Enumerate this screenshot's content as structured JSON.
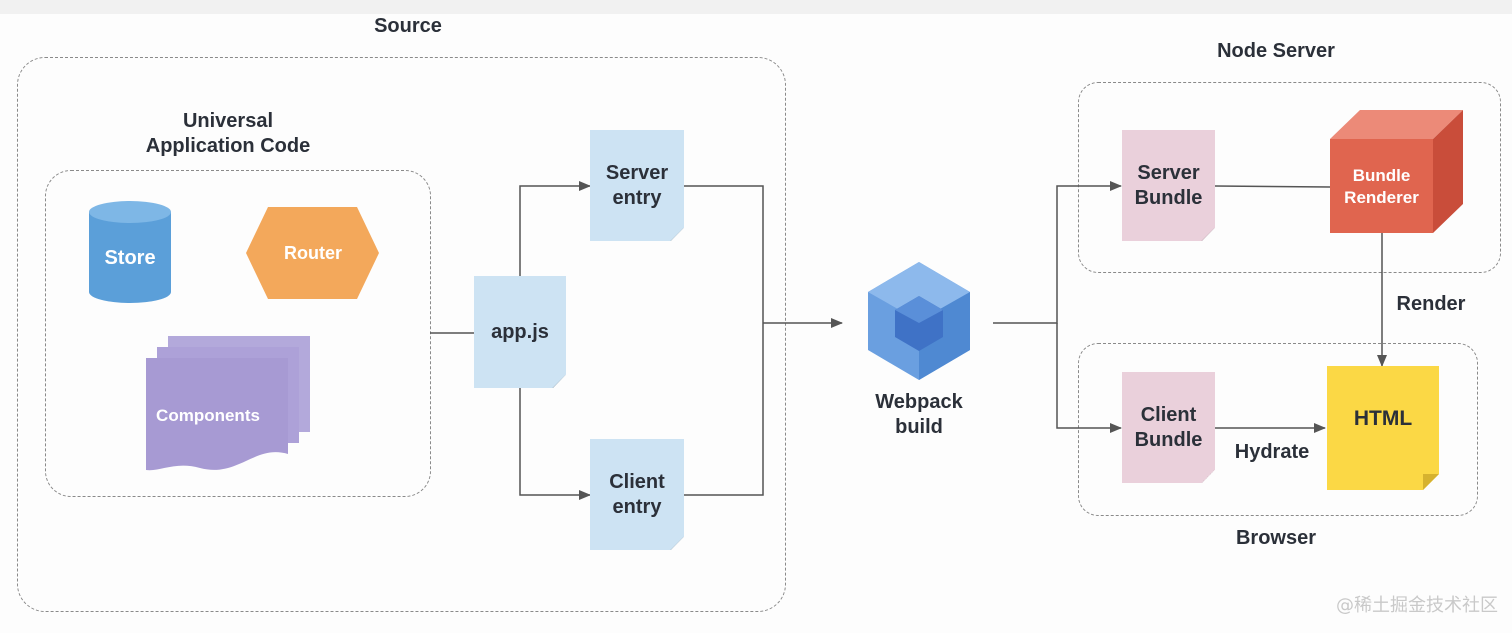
{
  "source": {
    "title": "Source"
  },
  "universal": {
    "title_line1": "Universal",
    "title_line2": "Application Code"
  },
  "store": {
    "label": "Store"
  },
  "router": {
    "label": "Router"
  },
  "components": {
    "label": "Components"
  },
  "appjs": {
    "label": "app.js"
  },
  "server_entry": {
    "line1": "Server",
    "line2": "entry"
  },
  "client_entry": {
    "line1": "Client",
    "line2": "entry"
  },
  "webpack": {
    "line1": "Webpack",
    "line2": "build"
  },
  "node_server": {
    "title": "Node Server"
  },
  "server_bundle": {
    "line1": "Server",
    "line2": "Bundle"
  },
  "bundle_renderer": {
    "line1": "Bundle",
    "line2": "Renderer"
  },
  "render_label": "Render",
  "browser": {
    "title": "Browser"
  },
  "client_bundle": {
    "line1": "Client",
    "line2": "Bundle"
  },
  "html_doc": {
    "label": "HTML"
  },
  "hydrate_label": "Hydrate",
  "watermark": "@稀土掘金技术社区",
  "colors": {
    "store": "#5b9fd9",
    "router": "#f3a85b",
    "components": "#a79ad3",
    "entry_doc": "#cde3f3",
    "bundle_doc": "#ead0db",
    "renderer": "#e0654f",
    "html_doc": "#fbd845",
    "webpack": "#6a9fe0"
  }
}
